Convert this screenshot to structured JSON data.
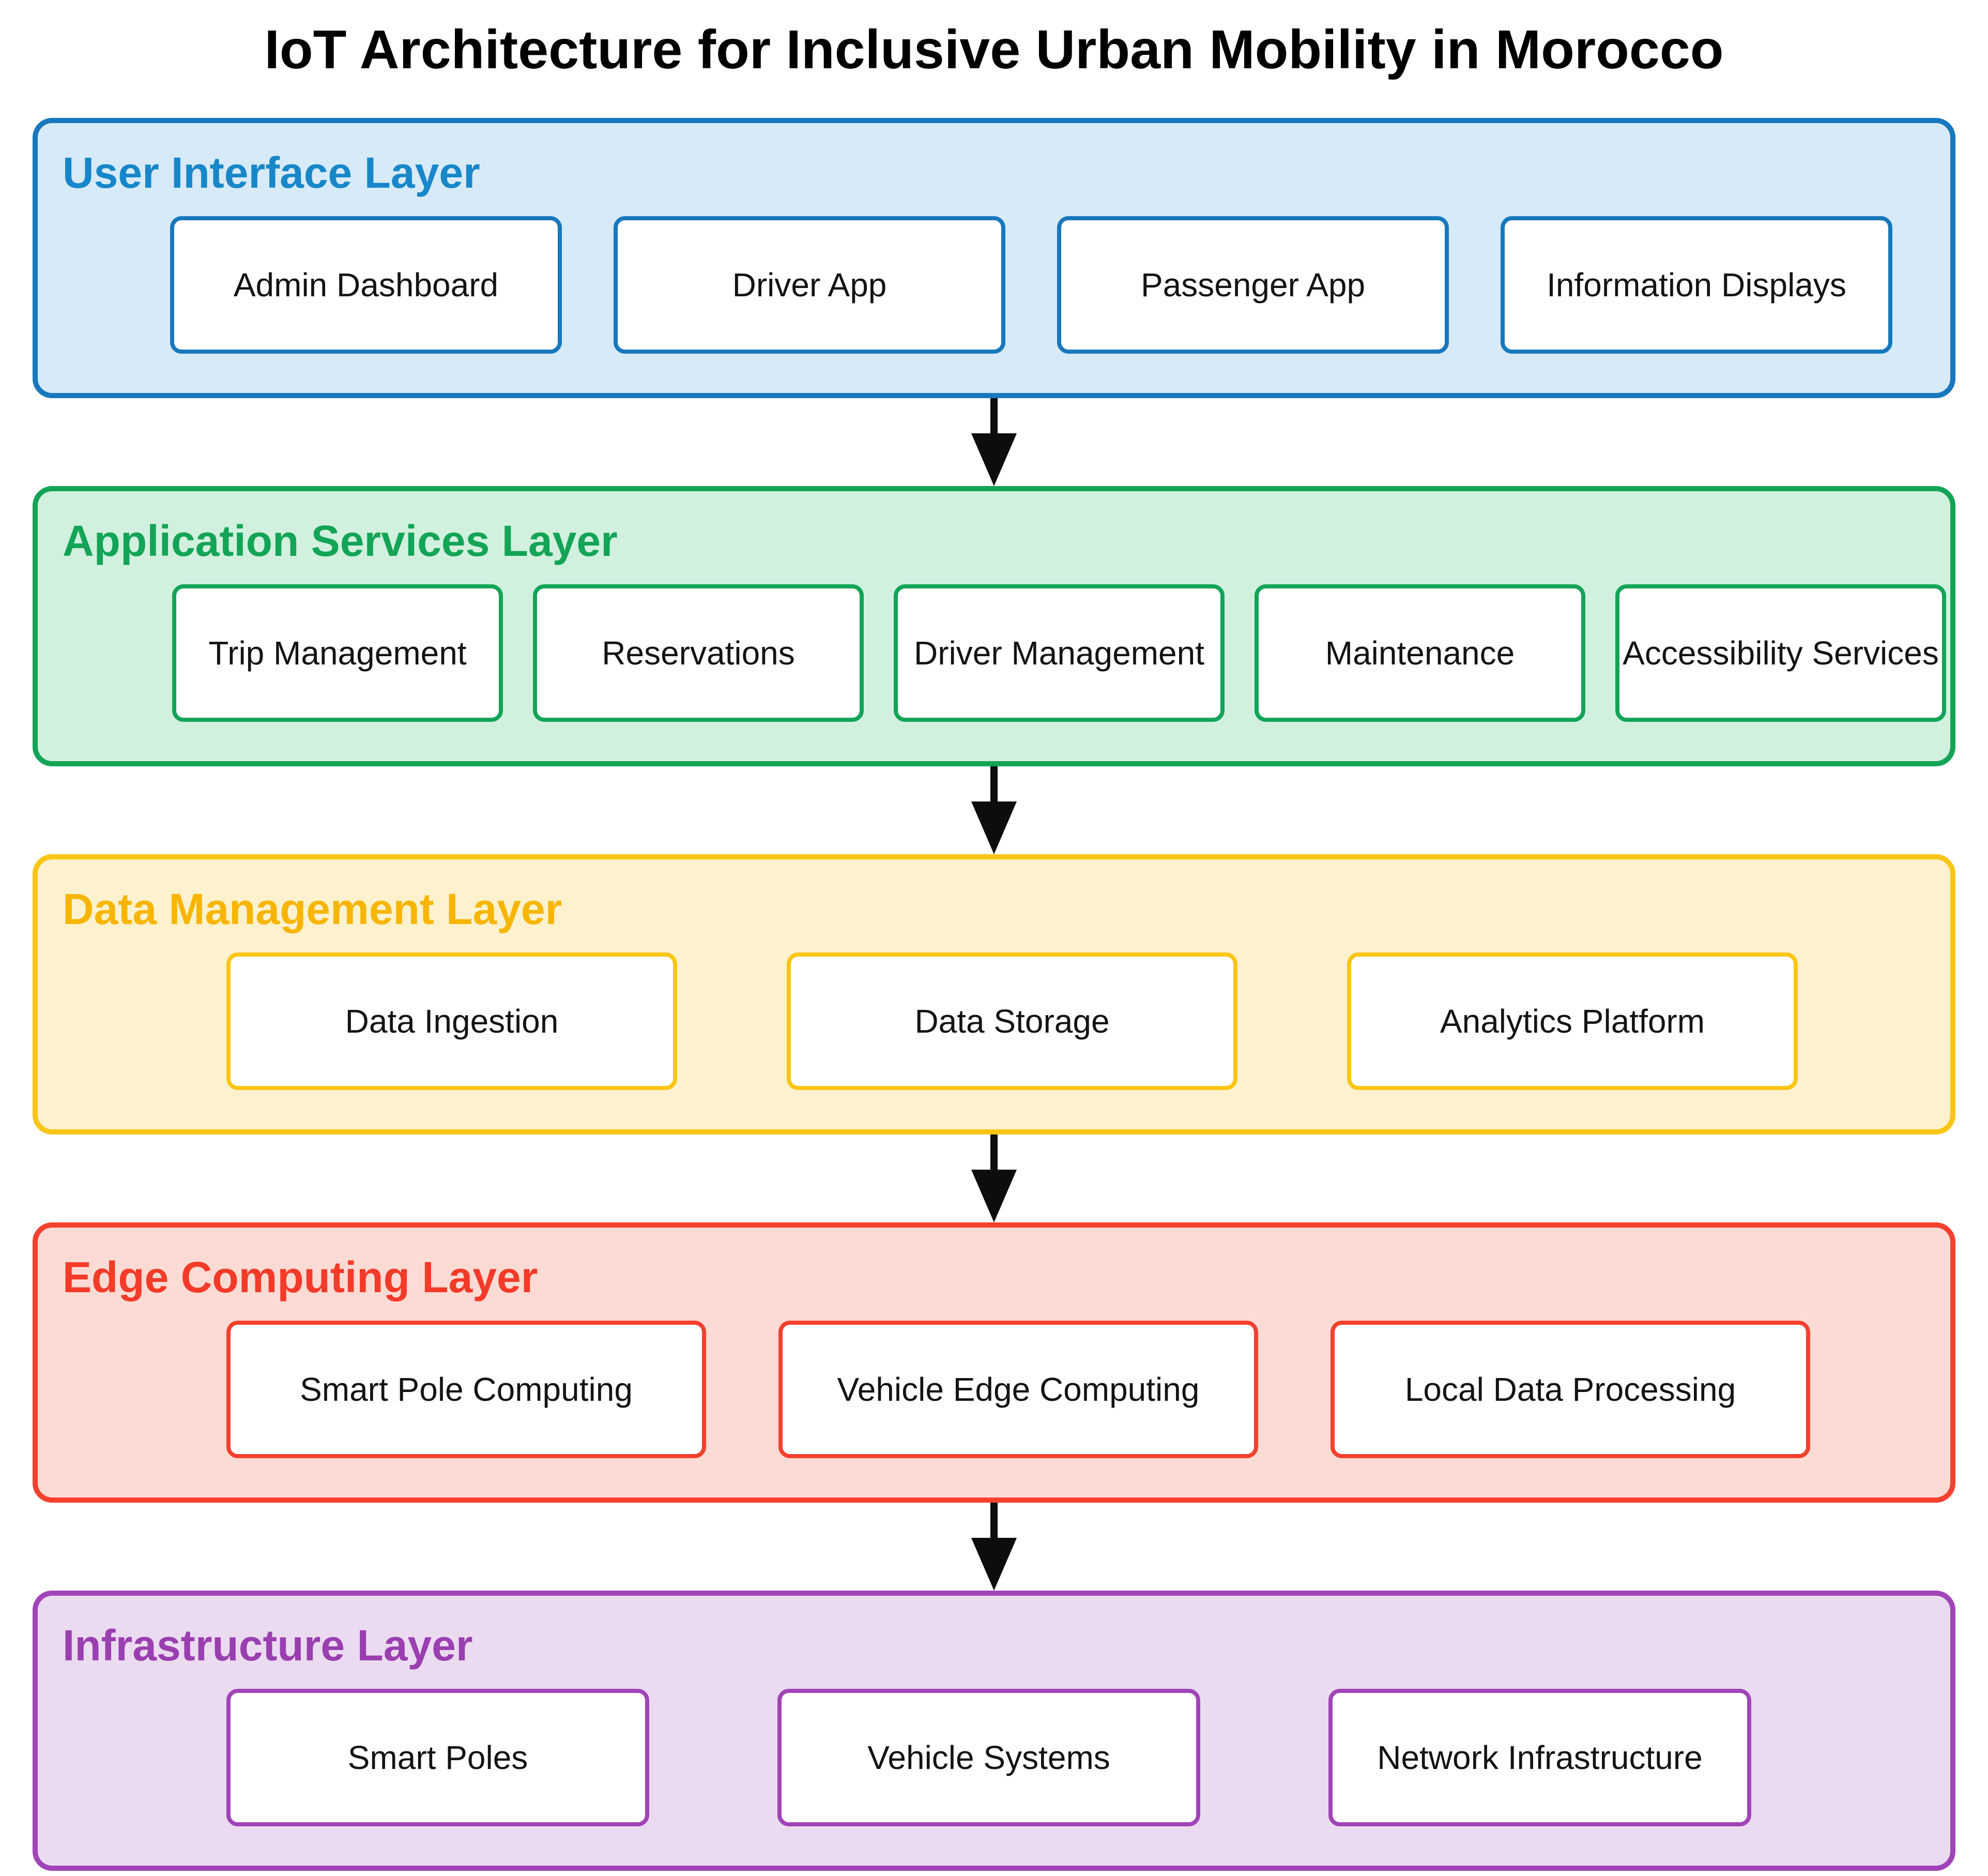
{
  "title": "IoT Architecture for Inclusive Urban Mobility in Morocco",
  "arrow_color": "#0d0d0d",
  "layers": [
    {
      "id": "user-interface",
      "name": "User Interface Layer",
      "border_color": "#1778be",
      "title_color": "#1787c9",
      "fill_color": "#d6eaf8",
      "boxes": [
        "Admin Dashboard",
        "Driver App",
        "Passenger App",
        "Information Displays"
      ]
    },
    {
      "id": "application-services",
      "name": "Application Services Layer",
      "border_color": "#13a457",
      "title_color": "#13a457",
      "fill_color": "#d1f1de",
      "boxes": [
        "Trip Management",
        "Reservations",
        "Driver Management",
        "Maintenance",
        "Accessibility Services"
      ]
    },
    {
      "id": "data-management",
      "name": "Data Management Layer",
      "border_color": "#fac515",
      "title_color": "#f7b500",
      "fill_color": "#fdf2cd",
      "boxes": [
        "Data Ingestion",
        "Data Storage",
        "Analytics Platform"
      ]
    },
    {
      "id": "edge-computing",
      "name": "Edge Computing Layer",
      "border_color": "#f4402e",
      "title_color": "#f43a28",
      "fill_color": "#fcdbd4",
      "boxes": [
        "Smart Pole Computing",
        "Vehicle Edge Computing",
        "Local Data Processing"
      ]
    },
    {
      "id": "infrastructure",
      "name": "Infrastructure Layer",
      "border_color": "#a144b8",
      "title_color": "#9a3fb0",
      "fill_color": "#ebdbf1",
      "boxes": [
        "Smart Poles",
        "Vehicle Systems",
        "Network Infrastructure"
      ]
    }
  ]
}
